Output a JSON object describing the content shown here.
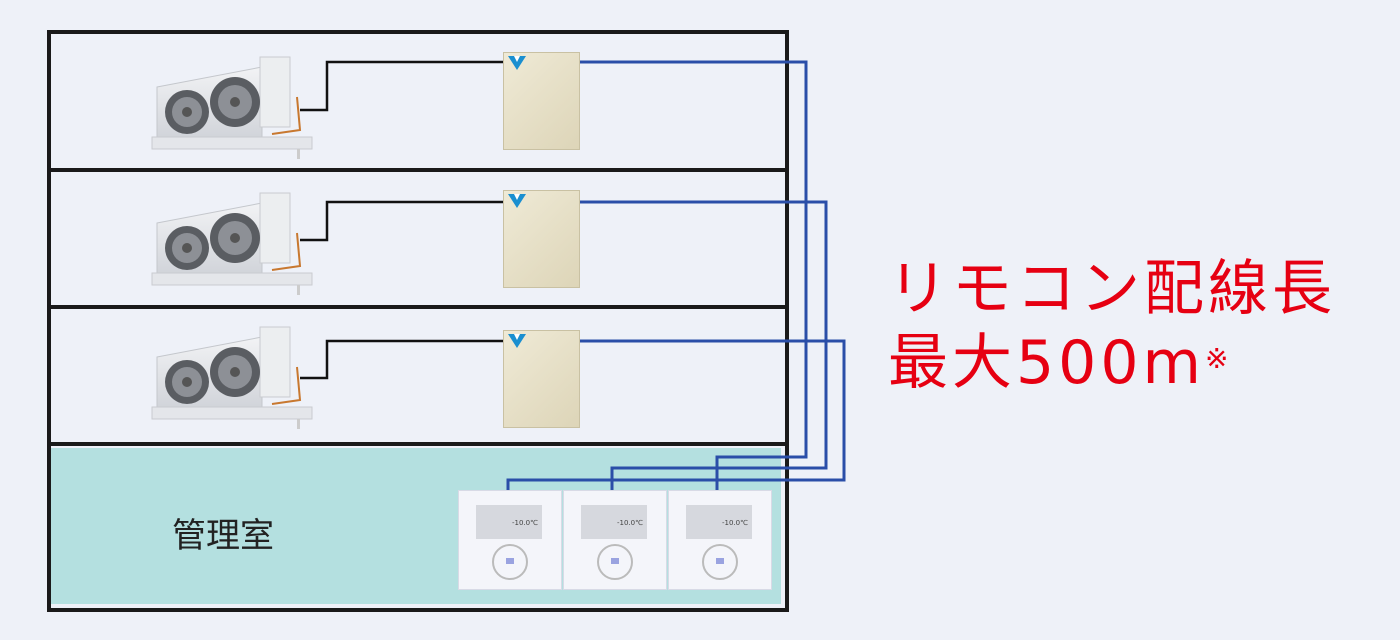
{
  "headline": {
    "line1": "リモコン配線長",
    "line2": "最大500m",
    "note_mark": "※"
  },
  "room_label": "管理室",
  "floors": [
    {
      "name": "floor-3"
    },
    {
      "name": "floor-2"
    },
    {
      "name": "floor-1"
    }
  ],
  "remote_display": {
    "temperature": "-10.0℃"
  },
  "colors": {
    "accent": "#e60012",
    "wire_remote": "#2a4ea8",
    "wire_power": "#111111",
    "office": "#b4e0e0"
  }
}
